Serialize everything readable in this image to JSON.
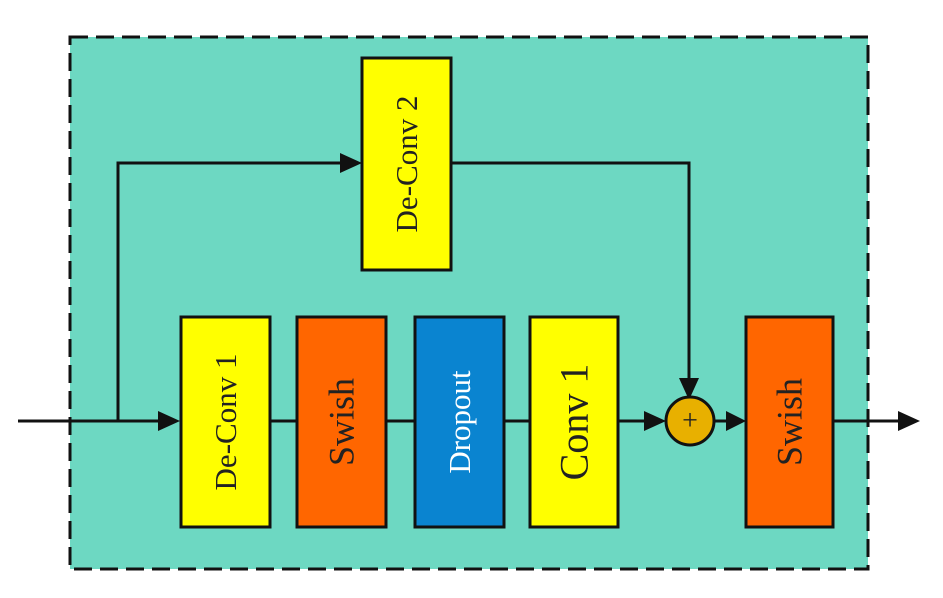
{
  "blocks": {
    "deconv2": {
      "label": "De-Conv 2",
      "color": "#FFFF00"
    },
    "deconv1": {
      "label": "De-Conv 1",
      "color": "#FFFF00"
    },
    "swish1": {
      "label": "Swish",
      "color": "#FF6600"
    },
    "dropout": {
      "label": "Dropout",
      "color": "#0A84D0"
    },
    "conv1": {
      "label": "Conv 1",
      "color": "#FFFF00"
    },
    "swish2": {
      "label": "Swish",
      "color": "#FF6600"
    }
  },
  "adder": {
    "symbol": "+",
    "color": "#E8B000"
  },
  "container": {
    "color": "#6DD8C2"
  }
}
